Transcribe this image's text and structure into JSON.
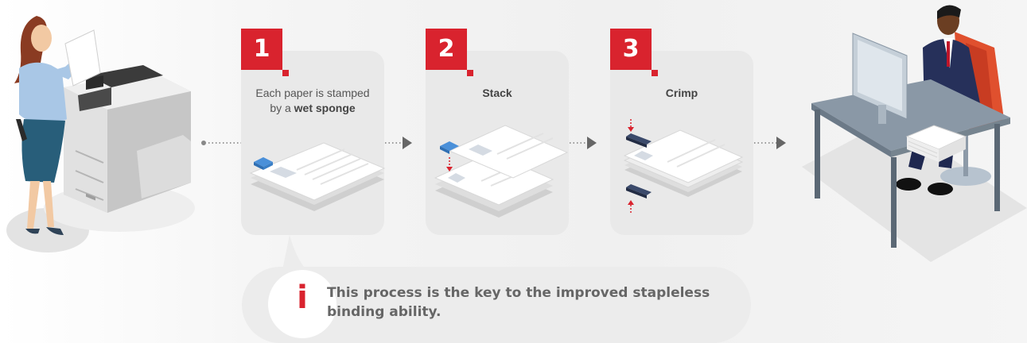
{
  "steps": [
    {
      "number": "1",
      "line1": "Each paper is stamped",
      "line2_prefix": "by a ",
      "line2_bold": "wet sponge"
    },
    {
      "number": "2",
      "title": "Stack"
    },
    {
      "number": "3",
      "title": "Crimp"
    }
  ],
  "info": {
    "icon": "i",
    "text": "This process is the key to the improved stapleless binding ability."
  },
  "colors": {
    "accent": "#d9232e",
    "card": "#e9e9e9",
    "sponge": "#4a90d9"
  },
  "icons": [
    "woman-with-paper",
    "multifunction-printer",
    "flow-arrow",
    "paper-stack",
    "blue-sponge",
    "crimp-clip",
    "businessman-at-desk"
  ]
}
